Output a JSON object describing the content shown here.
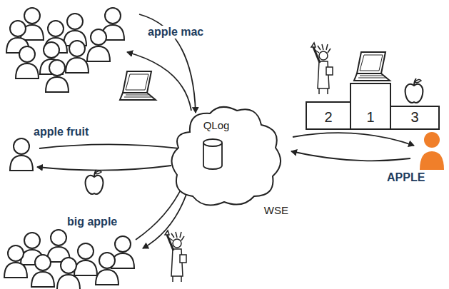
{
  "diagram": {
    "nodes": [
      {
        "text": [
          "WSE"
        ]
      },
      {
        "text": [
          "QLog"
        ],
        "in": 0
      },
      {
        "text": [
          "2"
        ]
      },
      {
        "text": [
          "1"
        ]
      },
      {
        "text": [
          "3"
        ]
      }
    ],
    "labels": [
      "apple mac",
      "apple fruit",
      "big apple",
      "APPLE"
    ]
  }
}
